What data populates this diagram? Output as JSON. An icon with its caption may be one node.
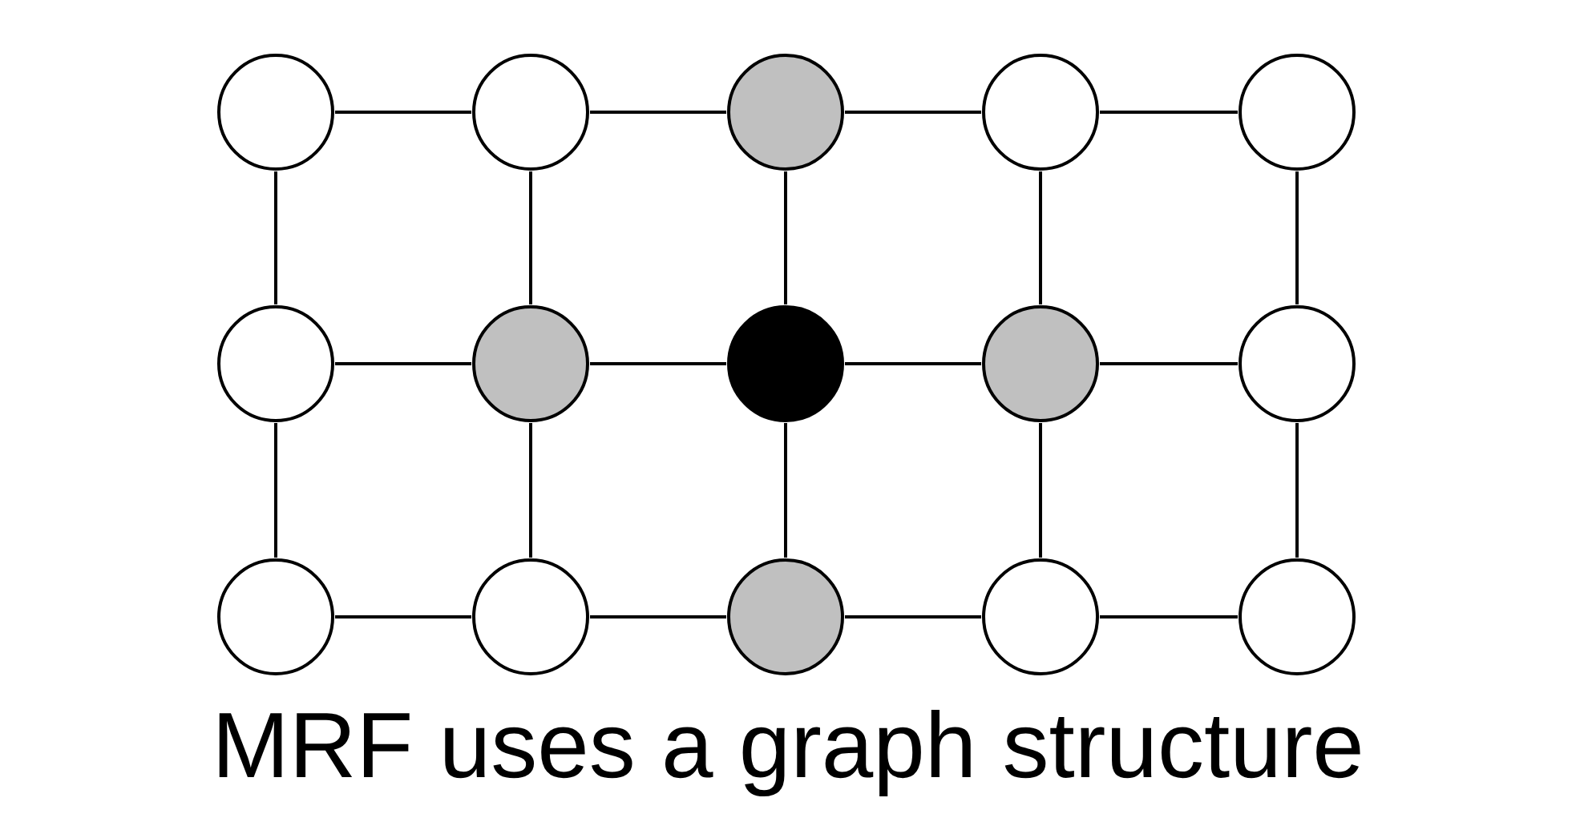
{
  "diagram": {
    "caption": "MRF uses a graph structure",
    "nodes": [
      {
        "text": [],
        "shape": "circle"
      },
      {
        "text": [],
        "shape": "circle"
      },
      {
        "text": [],
        "shape": "circle"
      },
      {
        "text": [],
        "shape": "circle"
      },
      {
        "text": [],
        "shape": "circle"
      },
      {
        "text": [],
        "shape": "circle"
      },
      {
        "text": [],
        "shape": "circle"
      },
      {
        "text": [],
        "shape": "circle"
      },
      {
        "text": [],
        "shape": "circle"
      },
      {
        "text": [],
        "shape": "circle"
      },
      {
        "text": [],
        "shape": "circle"
      },
      {
        "text": [],
        "shape": "circle"
      },
      {
        "text": [],
        "shape": "circle"
      },
      {
        "text": [],
        "shape": "circle"
      },
      {
        "text": [],
        "shape": "circle"
      }
    ],
    "edges": [
      {
        "from": 0,
        "to": 1,
        "arrow": "none"
      },
      {
        "from": 1,
        "to": 2,
        "arrow": "none"
      },
      {
        "from": 2,
        "to": 3,
        "arrow": "none"
      },
      {
        "from": 3,
        "to": 4,
        "arrow": "none"
      },
      {
        "from": 0,
        "to": 5,
        "arrow": "none"
      },
      {
        "from": 1,
        "to": 6,
        "arrow": "none"
      },
      {
        "from": 2,
        "to": 7,
        "arrow": "none"
      },
      {
        "from": 3,
        "to": 8,
        "arrow": "none"
      },
      {
        "from": 4,
        "to": 9,
        "arrow": "none"
      },
      {
        "from": 5,
        "to": 6,
        "arrow": "none"
      },
      {
        "from": 6,
        "to": 7,
        "arrow": "none"
      },
      {
        "from": 7,
        "to": 8,
        "arrow": "none"
      },
      {
        "from": 8,
        "to": 9,
        "arrow": "none"
      },
      {
        "from": 5,
        "to": 10,
        "arrow": "none"
      },
      {
        "from": 6,
        "to": 11,
        "arrow": "none"
      },
      {
        "from": 7,
        "to": 12,
        "arrow": "none"
      },
      {
        "from": 8,
        "to": 13,
        "arrow": "none"
      },
      {
        "from": 9,
        "to": 14,
        "arrow": "none"
      },
      {
        "from": 10,
        "to": 11,
        "arrow": "none"
      },
      {
        "from": 11,
        "to": 12,
        "arrow": "none"
      },
      {
        "from": 12,
        "to": 13,
        "arrow": "none"
      },
      {
        "from": 13,
        "to": 14,
        "arrow": "none"
      }
    ]
  }
}
